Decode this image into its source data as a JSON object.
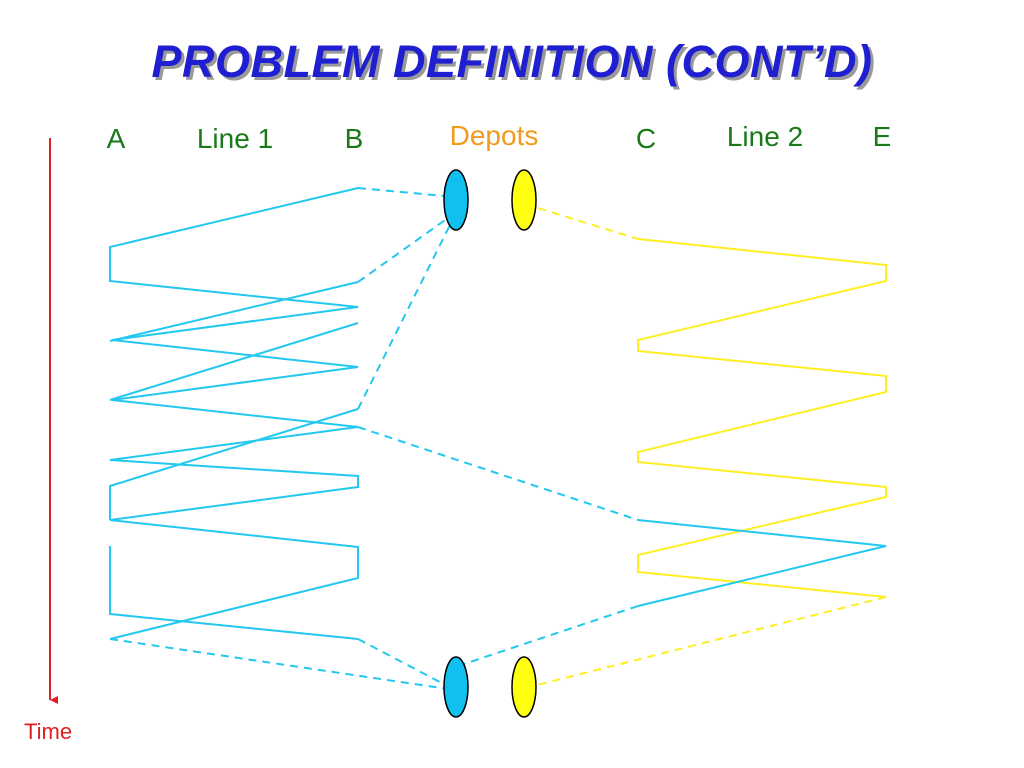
{
  "slide": {
    "title": "PROBLEM DEFINITION (CONT’D)"
  },
  "labels": {
    "a": "A",
    "line1": "Line 1",
    "b": "B",
    "depots": "Depots",
    "c": "C",
    "line2": "Line 2",
    "e": "E",
    "time": "Time"
  },
  "colors": {
    "title": "#1f1fd1",
    "line_labels": "#1a7a1a",
    "depots_label": "#f29a1a",
    "time_axis": "#e02020",
    "line1_trips": "#22c8ee",
    "line2_trips": "#ffee22",
    "depot_blue": "#10c0f0",
    "depot_yellow": "#ffff10"
  }
}
